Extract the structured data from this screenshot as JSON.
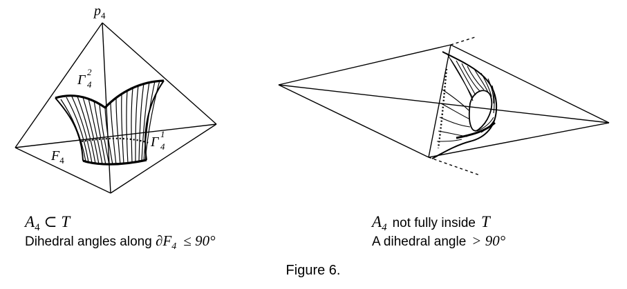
{
  "left_panel": {
    "vertex_label": "p",
    "vertex_sub": "4",
    "gamma_top": "Γ",
    "gamma_top_sup": "2",
    "gamma_top_sub": "4",
    "gamma_side": "Γ",
    "gamma_side_sup": "1",
    "gamma_side_sub": "4",
    "face_label": "F",
    "face_sub": "4",
    "caption_math_A": "A",
    "caption_math_A_sub": "4",
    "caption_math_rel": " ⊂ T",
    "caption_text": "Dihedral angles along ",
    "caption_partial": "∂F",
    "caption_partial_sub": "4",
    "caption_bound": "≤ 90°"
  },
  "right_panel": {
    "caption_math_A": "A",
    "caption_math_A_sub": "4",
    "caption_middle": "not fully inside",
    "caption_math_T": "T",
    "caption_text": "A dihedral angle",
    "caption_bound": "> 90°"
  },
  "figure_caption": "Figure 6."
}
